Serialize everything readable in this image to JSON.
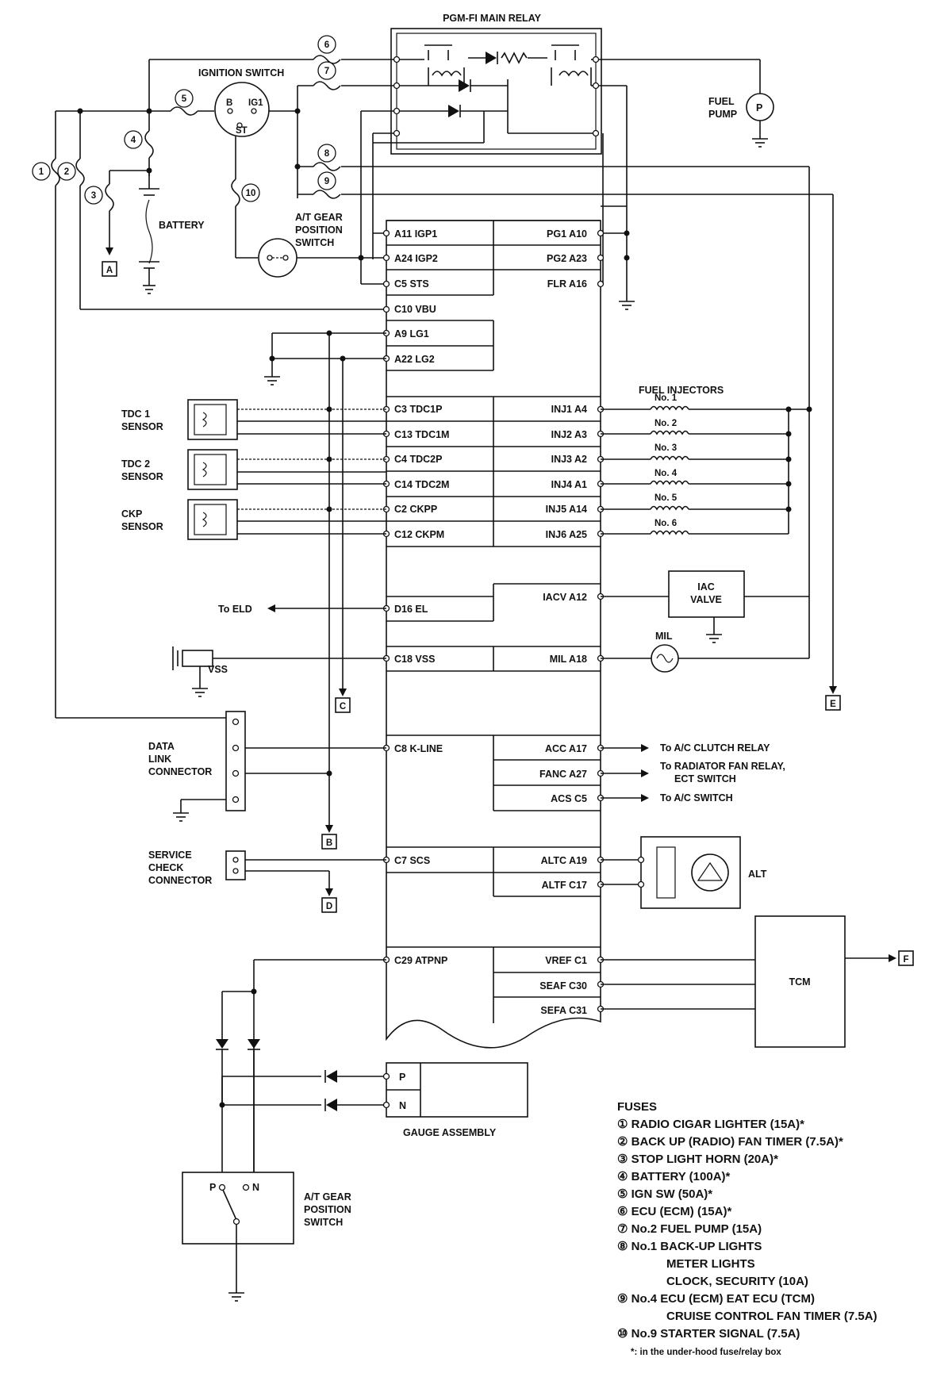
{
  "components": {
    "main_relay": "PGM-FI MAIN RELAY",
    "ignition_switch": "IGNITION SWITCH",
    "ig_b": "B",
    "ig_ig1": "IG1",
    "ig_st": "ST",
    "battery": "BATTERY",
    "fuel_pump": [
      "FUEL",
      "PUMP"
    ],
    "fuel_pump_symbol": "P",
    "at_gear_switch_top": [
      "A/T GEAR",
      "POSITION",
      "SWITCH"
    ],
    "tdc1": [
      "TDC 1",
      "SENSOR"
    ],
    "tdc2": [
      "TDC 2",
      "SENSOR"
    ],
    "ckp": [
      "CKP",
      "SENSOR"
    ],
    "vss": "VSS",
    "to_eld": "To ELD",
    "fuel_injectors": "FUEL INJECTORS",
    "injector_labels": [
      "No. 1",
      "No. 2",
      "No. 3",
      "No. 4",
      "No. 5",
      "No. 6"
    ],
    "iac_valve": [
      "IAC",
      "VALVE"
    ],
    "mil": "MIL",
    "dlc": [
      "DATA",
      "LINK",
      "CONNECTOR"
    ],
    "scc": [
      "SERVICE",
      "CHECK",
      "CONNECTOR"
    ],
    "to_ac_clutch": "To A/C CLUTCH RELAY",
    "to_rad_fan": [
      "To RADIATOR FAN RELAY,",
      "ECT SWITCH"
    ],
    "to_ac_switch": "To A/C SWITCH",
    "alt": "ALT",
    "tcm": "TCM",
    "gauge_assembly": "GAUGE ASSEMBLY",
    "gauge_p": "P",
    "gauge_n": "N",
    "at_gear_switch_bottom": [
      "A/T GEAR",
      "POSITION",
      "SWITCH"
    ],
    "at_p": "P",
    "at_n": "N"
  },
  "fuse_numbers": [
    "1",
    "2",
    "3",
    "4",
    "5",
    "6",
    "7",
    "8",
    "9",
    "10"
  ],
  "terminal_refs": [
    "A",
    "B",
    "C",
    "D",
    "E",
    "F"
  ],
  "ecm_left_pins": [
    "A11 IGP1",
    "A24 IGP2",
    "C5 STS",
    "C10 VBU",
    "A9 LG1",
    "A22 LG2",
    "C3 TDC1P",
    "C13 TDC1M",
    "C4 TDC2P",
    "C14 TDC2M",
    "C2 CKPP",
    "C12 CKPM",
    "D16 EL",
    "C18 VSS",
    "C8 K-LINE",
    "C7 SCS",
    "C29 ATPNP"
  ],
  "ecm_right_pins": [
    "PG1 A10",
    "PG2 A23",
    "FLR A16",
    "INJ1 A4",
    "INJ2 A3",
    "INJ3 A2",
    "INJ4 A1",
    "INJ5 A14",
    "INJ6 A25",
    "IACV A12",
    "MIL A18",
    "ACC A17",
    "FANC A27",
    "ACS C5",
    "ALTC A19",
    "ALTF C17",
    "VREF C1",
    "SEAF C30",
    "SEFA C31"
  ],
  "fuses": {
    "title": "FUSES",
    "items": [
      "① RADIO CIGAR LIGHTER (15A)*",
      "② BACK UP (RADIO) FAN TIMER  (7.5A)*",
      "③ STOP LIGHT HORN (20A)*",
      "④ BATTERY (100A)*",
      "⑤ IGN SW (50A)*",
      "⑥ ECU (ECM) (15A)*",
      "⑦ No.2 FUEL PUMP (15A)",
      "⑧ No.1 BACK-UP LIGHTS",
      "METER LIGHTS",
      "CLOCK, SECURITY (10A)",
      "⑨ No.4 ECU (ECM) EAT ECU (TCM)",
      "CRUISE CONTROL FAN TIMER (7.5A)",
      "⑩ No.9 STARTER SIGNAL (7.5A)",
      "*: in the under-hood fuse/relay box"
    ]
  }
}
